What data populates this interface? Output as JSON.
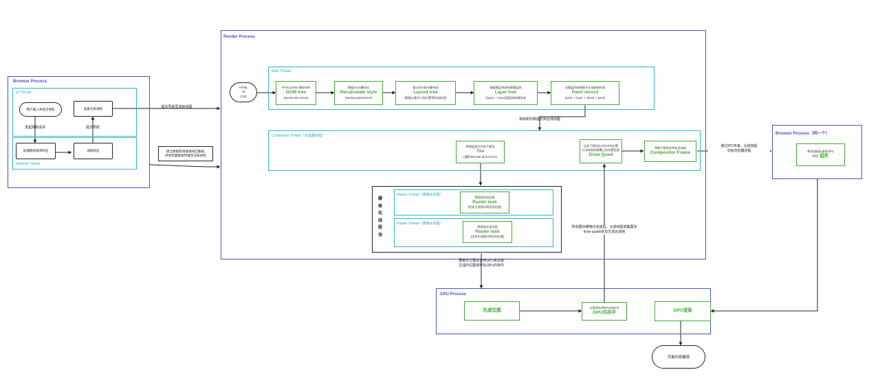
{
  "colors": {
    "process": "#3f55c8",
    "thread": "#29b6c9",
    "green": "#3dab2d",
    "line": "#222222"
  },
  "browser_process": {
    "title": "Browser Process",
    "ui_thread": {
      "title": "UI Thread",
      "user_input": "用户输入并提交导航",
      "render_process": "准备渲染进程",
      "edge_request": "发起网络请求",
      "edge_submit": "提交导航"
    },
    "network_thread": {
      "title": "Network Thread",
      "response_process": "处理网络请求响应",
      "read_response": "读取响应"
    }
  },
  "edge_ipc": "提交导航至渲染进程",
  "edge_pipe": [
    "建立数据管道接收响应数据,",
    "并将页面数据传输至渲染进程"
  ],
  "render_process": {
    "title": "Render Process",
    "inputs": [
      "HTML",
      "JS",
      "CSS"
    ],
    "main_thread": {
      "title": "Main Thread",
      "stages": [
        {
          "top": "HTML parser 解析html",
          "title": "DOM tree",
          "bottom": "(window.document)"
        },
        {
          "top": "根据css计算样式",
          "title": "Recalculate style",
          "bottom": "(window.styleSheets)"
        },
        {
          "top": "通过dom树计算布局",
          "title": "Layout tree",
          "bottom": "(根据元素大小和位置等布局信息)"
        },
        {
          "top": "根据图层关系构建图层树",
          "title": "Layer tree",
          "bottom": "(layout -> layer)图层树构建完成"
        },
        {
          "top": "对图层的绘制指令生成绘制列表",
          "title": "Paint record",
          "bottom": "(paint -> layer -> detail -> paint)"
        }
      ]
    },
    "edge_commit": "将绘制列表提交到合成线程",
    "compositor_thread": {
      "title": "Compositor Thread（合成器线程）",
      "tile": {
        "top": "将图层划分为多个图块",
        "title": "Tile",
        "bottom": "(通常256*256 或 512*512)"
      },
      "draw_quad": {
        "top1": "记录了图块在内存中的位置",
        "top2": "以及绘制到屏幕上的位置信息",
        "title": "Draw Quad"
      },
      "compositor_frame": {
        "top": "将每个图块合并成合成帧",
        "title": "Compositor Frame"
      }
    },
    "raster_pool": {
      "label": "栅格化线程池",
      "threads": [
        {
          "title": "Raster Thread（栅格化线程）",
          "top": "将图块生成位图",
          "task": "Raster task",
          "bottom": "(优先生成视口附近的位图)"
        },
        {
          "title": "Raster Thread（栅格化线程）",
          "top": "将图块生成位图",
          "task": "Raster task",
          "bottom": "(优先生成视口附近的位图)"
        }
      ]
    }
  },
  "edge_raster_gpu": [
    "栅格化过程会使用GPU来加速",
    "生成的位图保存在GPU内存中"
  ],
  "edge_draw_quad": [
    "所有图块栅格化完成后，合成线程收集图块",
    "draw quads信息生成合成帧"
  ],
  "edge_ipc_browser": [
    "通过IPC传递，合成帧提",
    "交给浏览器进程"
  ],
  "browser_process_2": {
    "title": "Browser Process（同一个）",
    "viz": {
      "top": "将合成帧发送到GPU",
      "title": "viz 组件"
    }
  },
  "gpu_process": {
    "title": "GPU Process",
    "bitmap": "生成位图",
    "memory": {
      "top": "位图保存到GPU内存中",
      "title": "GPU内存中"
    },
    "render": "GPU渲染"
  },
  "end": "页面内容展现"
}
